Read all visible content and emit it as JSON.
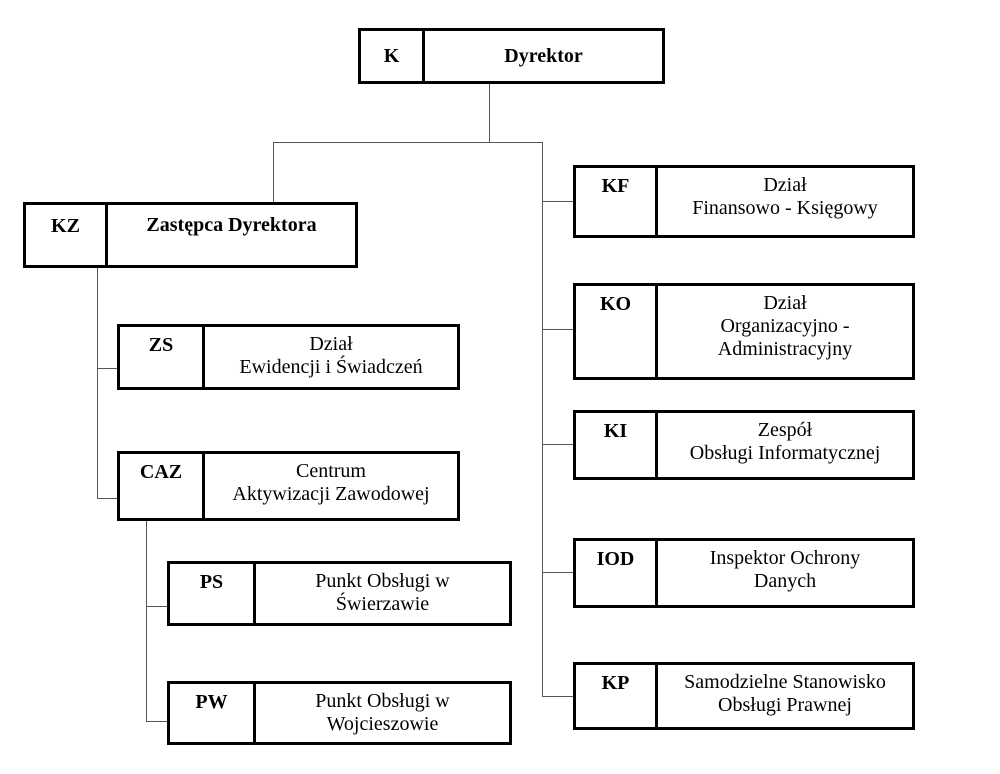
{
  "diagram": {
    "type": "org-chart",
    "colors": {
      "box_border": "#000000",
      "box_fill": "#ffffff",
      "connector": "#555555",
      "text": "#000000",
      "background": "#ffffff"
    },
    "nodes": {
      "dyrektor": {
        "code": "K",
        "label": "Dyrektor"
      },
      "zastepca": {
        "code": "KZ",
        "label": "Zastępca Dyrektora"
      },
      "ewidencja": {
        "code": "ZS",
        "label": "Dział\nEwidencji i Świadczeń"
      },
      "caz": {
        "code": "CAZ",
        "label": "Centrum\nAktywizacji Zawodowej"
      },
      "swierzawa": {
        "code": "PS",
        "label": "Punkt Obsługi w\nŚwierzawie"
      },
      "wojcieszow": {
        "code": "PW",
        "label": "Punkt Obsługi w\nWojcieszowie"
      },
      "finanse": {
        "code": "KF",
        "label": "Dział\nFinansowo - Księgowy"
      },
      "organizacja": {
        "code": "KO",
        "label": "Dział\nOrganizacyjno -\nAdministracyjny"
      },
      "informatyka": {
        "code": "KI",
        "label": "Zespół\nObsługi Informatycznej"
      },
      "iod": {
        "code": "IOD",
        "label": "Inspektor Ochrony\nDanych"
      },
      "prawna": {
        "code": "KP",
        "label": "Samodzielne Stanowisko\nObsługi Prawnej"
      }
    },
    "hierarchy": {
      "K": [
        "KZ",
        "KF",
        "KO",
        "KI",
        "IOD",
        "KP"
      ],
      "KZ": [
        "ZS",
        "CAZ"
      ],
      "CAZ": [
        "PS",
        "PW"
      ]
    }
  }
}
